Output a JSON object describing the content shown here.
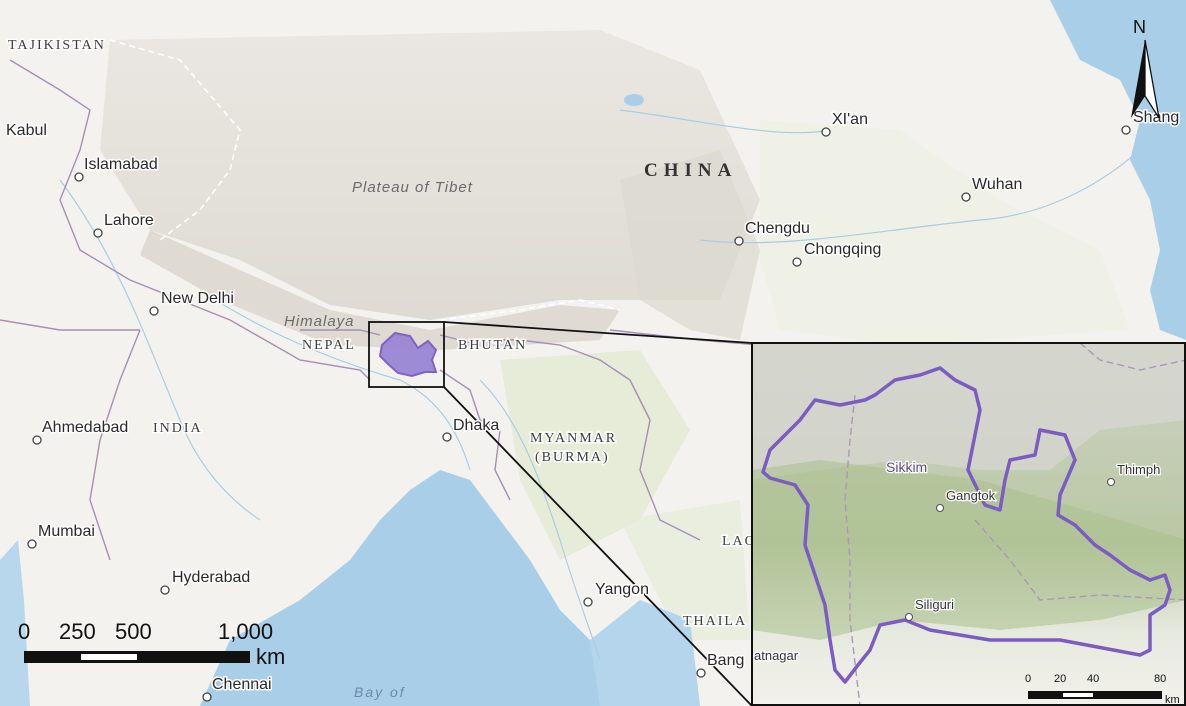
{
  "map": {
    "north_arrow": "N",
    "labels": {
      "countries": {
        "tajikistan": "TAJIKISTAN",
        "china": "CHINA",
        "nepal": "NEPAL",
        "bhutan": "BHUTAN",
        "india": "INDIA",
        "myanmar": "MYANMAR",
        "burma": "(BURMA)",
        "laos": "LAO",
        "thailand": "THAILA"
      },
      "physical": {
        "plateau": "Plateau of Tibet",
        "himalaya": "Himalaya",
        "bay": "Bay of"
      },
      "cities": {
        "kabul": "Kabul",
        "islamabad": "Islamabad",
        "lahore": "Lahore",
        "new_delhi": "New Delhi",
        "ahmedabad": "Ahmedabad",
        "mumbai": "Mumbai",
        "hyderabad": "Hyderabad",
        "chennai": "Chennai",
        "dhaka": "Dhaka",
        "yangon": "Yangon",
        "bangkok": "Bang",
        "xian": "XI'an",
        "shanghai": "Shang",
        "wuhan": "Wuhan",
        "chengdu": "Chengdu",
        "chongqing": "Chongqing"
      }
    },
    "scale_bar": {
      "ticks": [
        "0",
        "250",
        "500",
        "1,000"
      ],
      "unit": "km"
    },
    "colors": {
      "study_area": "#7a5cc2",
      "boundary": "#a48fb6",
      "water": "#a9cfe8",
      "land": "#f4f2ee"
    }
  },
  "inset": {
    "labels": {
      "region": "Sikkim",
      "gangtok": "Gangtok",
      "thimphu": "Thimph",
      "siliguri": "Siliguri",
      "biratnagar": "atnagar"
    },
    "scale_bar": {
      "ticks": [
        "0",
        "20",
        "40",
        "80"
      ],
      "unit": "km"
    }
  }
}
